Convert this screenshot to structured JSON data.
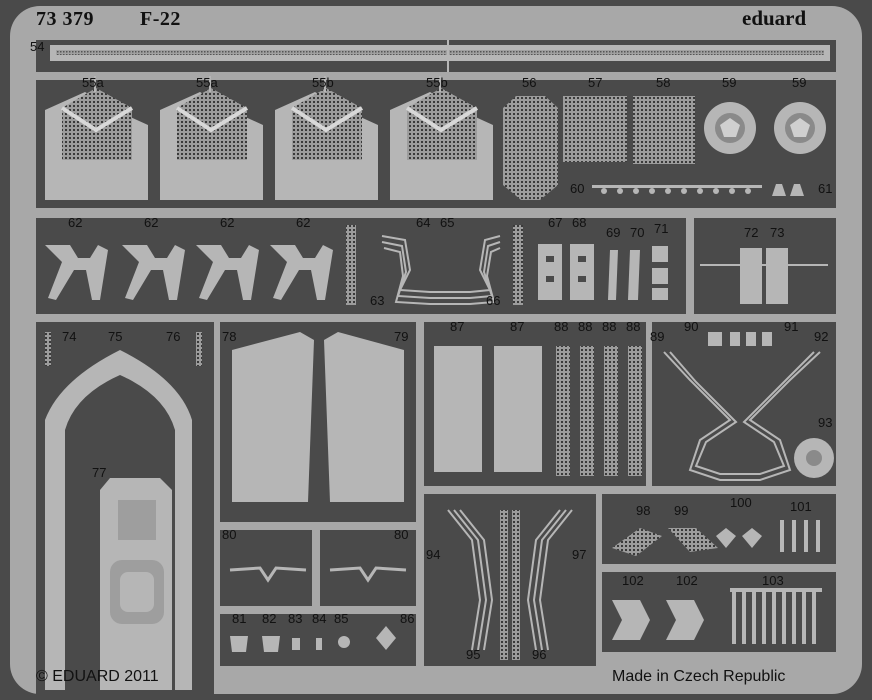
{
  "header": {
    "set_number": "73 379",
    "model": "F-22",
    "brand": "eduard"
  },
  "footer": {
    "copyright": "© EDUARD 2011",
    "origin": "Made in Czech Republic"
  },
  "part_labels": {
    "p54": "54",
    "p55a_1": "55a",
    "p55a_2": "55a",
    "p55b_1": "55b",
    "p55b_2": "55b",
    "p56": "56",
    "p57": "57",
    "p58": "58",
    "p59_1": "59",
    "p59_2": "59",
    "p60": "60",
    "p61": "61",
    "p62_1": "62",
    "p62_2": "62",
    "p62_3": "62",
    "p62_4": "62",
    "p63": "63",
    "p64": "64",
    "p65": "65",
    "p66": "66",
    "p67": "67",
    "p68": "68",
    "p69": "69",
    "p70": "70",
    "p71": "71",
    "p72": "72",
    "p73": "73",
    "p74": "74",
    "p75": "75",
    "p76": "76",
    "p77": "77",
    "p78": "78",
    "p79": "79",
    "p80_1": "80",
    "p80_2": "80",
    "p81": "81",
    "p82": "82",
    "p83": "83",
    "p84": "84",
    "p85": "85",
    "p86": "86",
    "p87_1": "87",
    "p87_2": "87",
    "p88_1": "88",
    "p88_2": "88",
    "p88_3": "88",
    "p88_4": "88",
    "p89": "89",
    "p90": "90",
    "p91": "91",
    "p92": "92",
    "p93": "93",
    "p94": "94",
    "p95": "95",
    "p96": "96",
    "p97": "97",
    "p98": "98",
    "p99": "99",
    "p100": "100",
    "p101": "101",
    "p102_1": "102",
    "p102_2": "102",
    "p103": "103"
  },
  "colors": {
    "fret_metal": "#a8a8a8",
    "etched_void": "#4a4a4a",
    "part_metal": "#b6b6b6",
    "ink": "#111111"
  }
}
